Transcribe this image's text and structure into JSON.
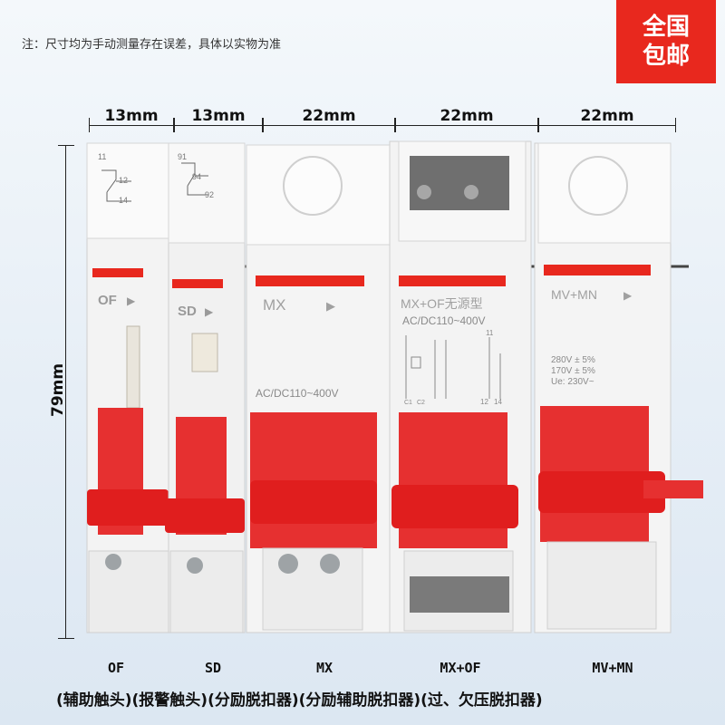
{
  "note": "注：尺寸均为手动测量存在误差，具体以实物为准",
  "badge": {
    "line1": "全国",
    "line2": "包邮",
    "color": "#e8281e"
  },
  "dimensions": {
    "widths": [
      "13mm",
      "13mm",
      "22mm",
      "22mm",
      "22mm"
    ],
    "height": "79mm"
  },
  "modules": [
    {
      "face_label": "OF",
      "arrow": "▶",
      "terminals": [
        "11",
        "12",
        "14"
      ]
    },
    {
      "face_label": "SD",
      "arrow": "▶",
      "terminals": [
        "91",
        "94",
        "92"
      ]
    },
    {
      "face_label": "MX",
      "arrow": "▶",
      "rating": "AC/DC110~400V"
    },
    {
      "face_label": "MX+OF无源型",
      "rating": "AC/DC110~400V",
      "terminals": [
        "11",
        "C1",
        "C2",
        "12",
        "14"
      ]
    },
    {
      "face_label": "MV+MN",
      "arrow": "▶",
      "specs": [
        "280V ± 5%",
        "170V ± 5%",
        "Ue: 230V~"
      ]
    }
  ],
  "names": [
    "OF",
    "SD",
    "MX",
    "MX+OF",
    "MV+MN"
  ],
  "descriptions": "(辅助触头)(报警触头)(分励脱扣器)(分励辅助脱扣器)(过、欠压脱扣器)",
  "colors": {
    "red": "#e8281e",
    "body": "#f4f4f4",
    "handle": "#e63030"
  }
}
